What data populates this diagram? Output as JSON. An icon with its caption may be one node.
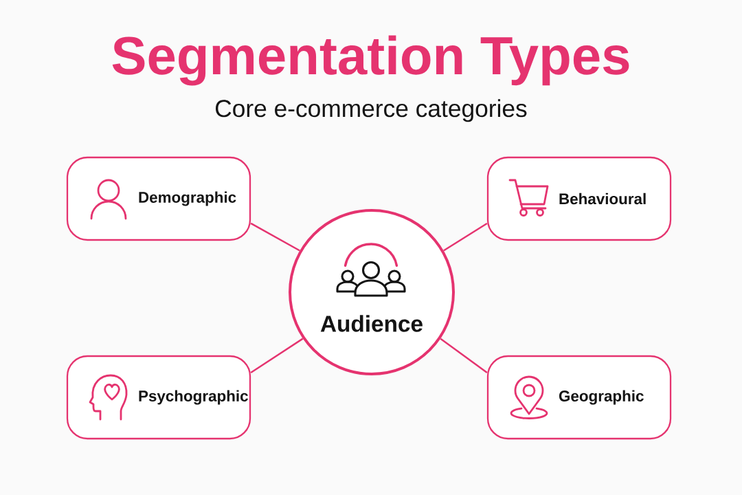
{
  "diagram": {
    "title": "Segmentation Types",
    "nodes": [
      {
        "text": [
          "Audience"
        ]
      },
      {
        "text": [
          "Demographic"
        ]
      },
      {
        "text": [
          "Behavioural"
        ]
      },
      {
        "text": [
          "Psychographic"
        ]
      },
      {
        "text": [
          "Geographic"
        ]
      }
    ],
    "edges": [
      {
        "from": 0,
        "to": 1,
        "arrow": "none"
      },
      {
        "from": 0,
        "to": 2,
        "arrow": "none"
      },
      {
        "from": 0,
        "to": 3,
        "arrow": "none"
      },
      {
        "from": 0,
        "to": 4,
        "arrow": "none"
      }
    ],
    "labels": [
      "Core e-commerce categories"
    ]
  }
}
